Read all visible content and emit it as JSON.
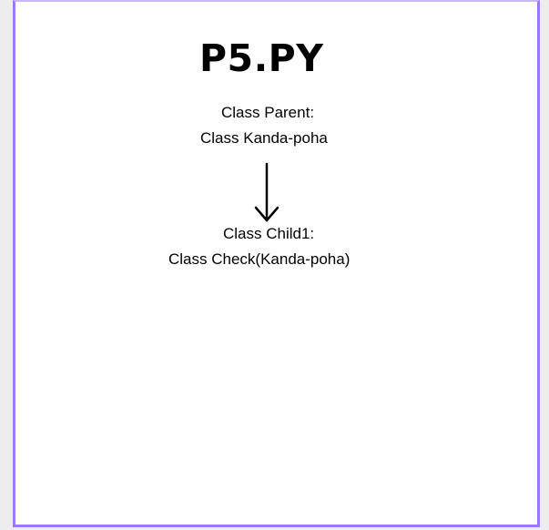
{
  "diagram": {
    "title": "P5.PY",
    "parent": {
      "line1": "Class Parent:",
      "line2": "Class Kanda-poha"
    },
    "child": {
      "line1": "Class Child1:",
      "line2": "Class Check(Kanda-poha)"
    }
  },
  "colors": {
    "frame_border": "#9b7cf0",
    "background": "#ececf1",
    "text": "#000000"
  }
}
